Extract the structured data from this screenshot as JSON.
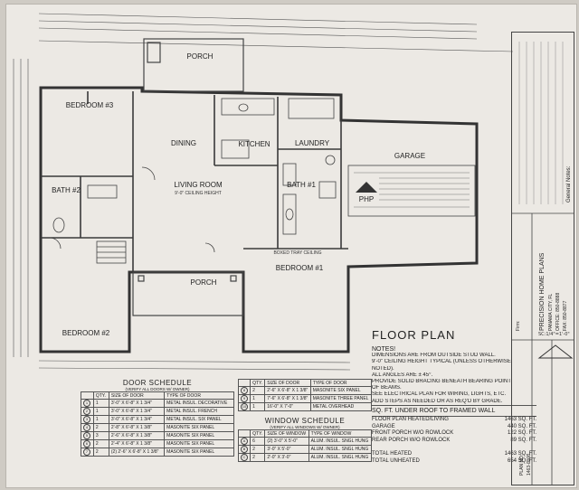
{
  "rooms": {
    "porch_top": "PORCH",
    "bedroom3": "BEDROOM #3",
    "dining": "DINING",
    "kitchen": "KITCHEN",
    "laundry": "LAUNDRY",
    "garage": "GARAGE",
    "living": "LIVING ROOM",
    "living_sub": "9'-0\" CEILING HEIGHT",
    "bath2": "BATH #2",
    "bath1": "BATH #1",
    "porch_front": "PORCH",
    "bedroom1": "BEDROOM #1",
    "bedroom2": "BEDROOM #2",
    "vaulted": "BOXED TRAY CEILING"
  },
  "plan": {
    "title": "FLOOR PLAN",
    "scale": "SC:1/4\"=1'-0\"",
    "notes_heading": "NOTES!",
    "notes": [
      "DIMENSIONS ARE FROM OUTSIDE STUD WALL.",
      "9'-0\" CEILING HEIGHT TYPICAL (UNLESS OTHERWISE",
      "   NOTED).",
      "ALL ANGLES ARE ± 45°.",
      "PROVIDE SOLID BRACING BENEATH BEARING POINT",
      "   OF BEAMS.",
      "SEE ELECTRICAL PLAN FOR WIRING, LIGHTS, ETC.",
      "ADD STEPS AS NEEDED OR AS REQ'D BY GRADE."
    ]
  },
  "sqft": {
    "heading": "SQ. FT. UNDER ROOF TO FRAMED WALL",
    "rows": [
      {
        "label": "FLOOR PLAN HEATED/LIVING",
        "value": "1463 SQ. FT."
      },
      {
        "label": "GARAGE",
        "value": "440 SQ. FT."
      },
      {
        "label": "FRONT PORCH W/O ROWLOCK",
        "value": "122 SQ. FT."
      },
      {
        "label": "REAR PORCH W/O ROWLOCK",
        "value": "89 SQ. FT."
      },
      {
        "label": "",
        "value": ""
      },
      {
        "label": "TOTAL HEATED",
        "value": "1463 SQ. FT."
      },
      {
        "label": "TOTAL UNHEATED",
        "value": "654 SQ. FT."
      }
    ]
  },
  "door_schedule": {
    "title": "DOOR SCHEDULE",
    "subtitle": "(VERIFY ALL DOORS W/ OWNER)",
    "headers": [
      "",
      "QTY.",
      "SIZE OF DOOR",
      "TYPE OF DOOR"
    ],
    "rows": [
      [
        "1",
        "1",
        "3'-0\" X 6'-8\" X 1 3/4\"",
        "METAL INSUL. DECORATIVE"
      ],
      [
        "2",
        "1",
        "3'-0\" X 6'-8\" X 1 3/4\"",
        "METAL INSUL. FRENCH"
      ],
      [
        "3",
        "1",
        "3'-0\" X 6'-8\" X 1 3/4\"",
        "METAL INSUL. SIX PANEL"
      ],
      [
        "4",
        "2",
        "2'-8\" X 6'-8\" X 1 3/8\"",
        "MASONITE SIX PANEL"
      ],
      [
        "5",
        "3",
        "2'-6\" X 6'-8\" X 1 3/8\"",
        "MASONITE SIX PANEL"
      ],
      [
        "6",
        "2",
        "2'-4\" X 6'-8\" X 1 3/8\"",
        "MASONITE SIX PANEL"
      ],
      [
        "7",
        "2",
        "(2) 2'-6\" X 6'-8\" X 1 3/8\"",
        "MASONITE SIX PANEL"
      ]
    ]
  },
  "door_schedule_b": {
    "headers": [
      "",
      "QTY.",
      "SIZE OF DOOR",
      "TYPE OF DOOR"
    ],
    "rows": [
      [
        "8",
        "2",
        "2'-6\" X 6'-8\" X 1 3/8\"",
        "MASONITE SIX PANEL"
      ],
      [
        "9",
        "1",
        "7'-6\" X 6'-8\" X 1 3/8\"",
        "MASONITE THREE PANEL"
      ],
      [
        "10",
        "1",
        "16'-0\" X 7'-0\"",
        "METAL OVERHEAD"
      ]
    ]
  },
  "window_schedule": {
    "title": "WINDOW SCHEDULE",
    "subtitle": "(VERIFY ALL WINDOWS W/ OWNER)",
    "headers": [
      "",
      "QTY.",
      "SIZE OF WINDOW",
      "TYPE OF WINDOW"
    ],
    "rows": [
      [
        "A",
        "6",
        "(2) 3'-0\" X 5'-0\"",
        "ALUM. INSUL. SNGL HUNG"
      ],
      [
        "B",
        "2",
        "3'-0\" X 5'-0\"",
        "ALUM. INSUL. SNGL HUNG"
      ],
      [
        "C",
        "2",
        "2'-0\" X 3'-0\"",
        "ALUM. INSUL. SNGL HUNG"
      ]
    ]
  },
  "title_block": {
    "firm_label": "Firm:",
    "firm": "PRECISION HOME PLANS",
    "city": "PANAMA CITY, FL",
    "office": "OFFICE: 850-8888",
    "fax": "FAX: 850-8877",
    "plan_no_label": "PLAN NO:",
    "plan_no": "1463-0008",
    "general_notes": "General Notes:"
  },
  "logo": {
    "text": "PHP"
  }
}
